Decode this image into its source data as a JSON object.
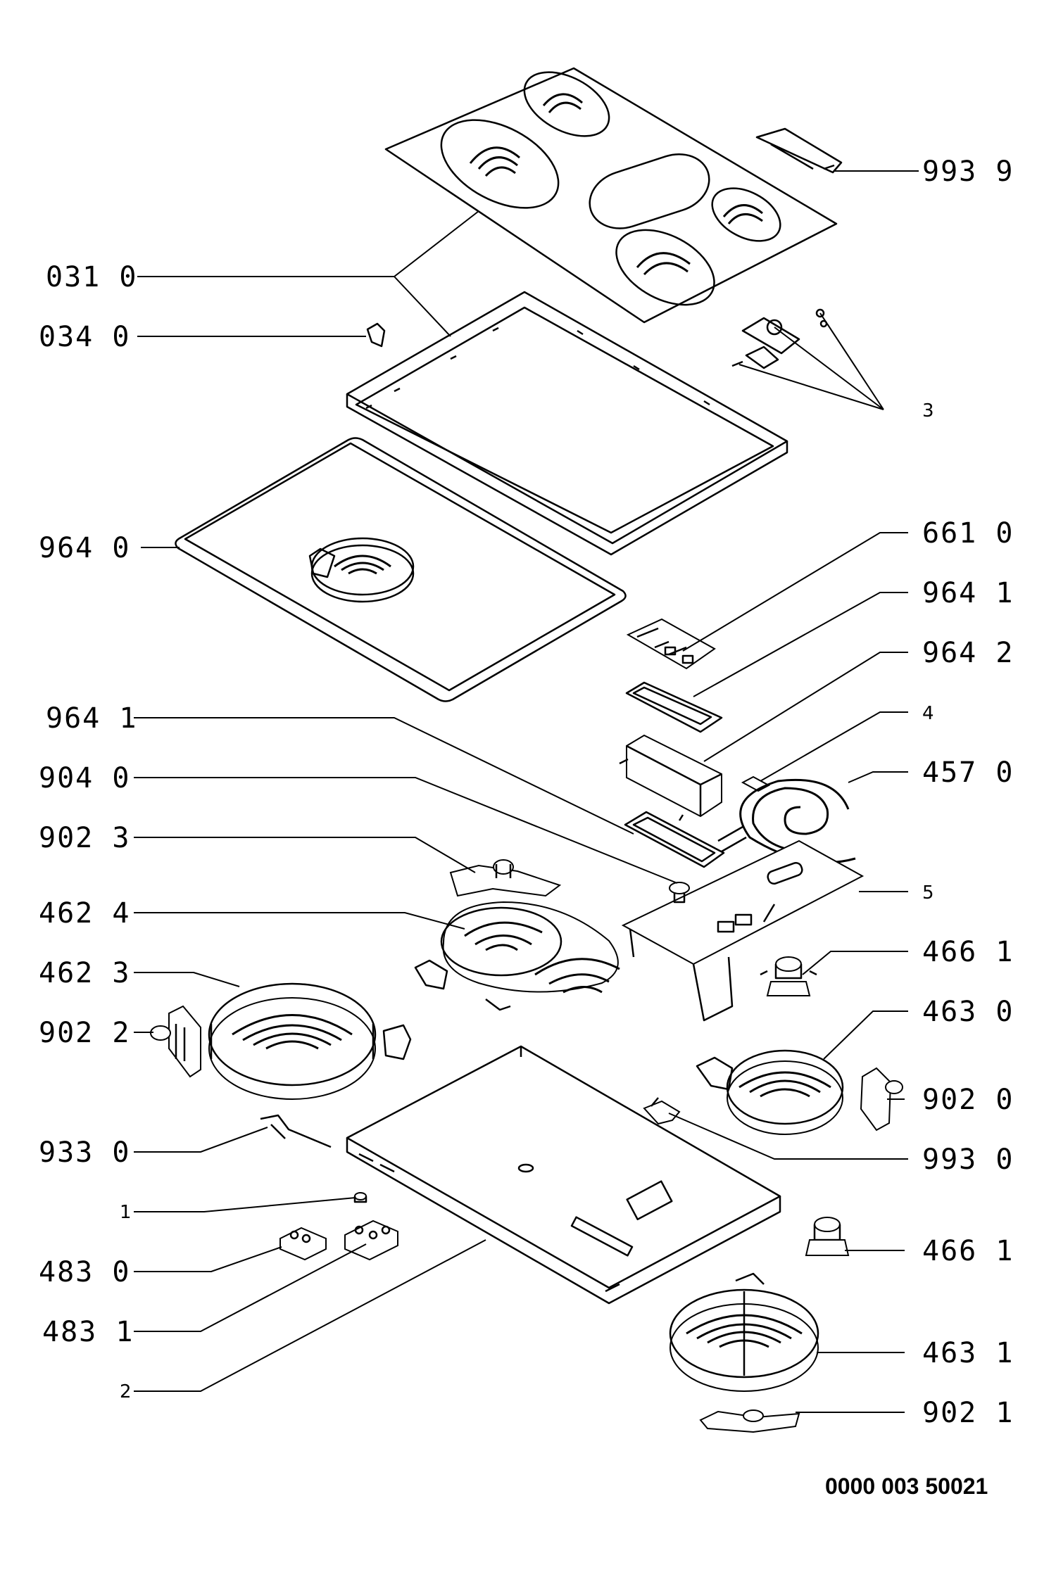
{
  "labels": {
    "l9939": "993 9",
    "l0310": "031 0",
    "l0340": "034 0",
    "l3": "3",
    "l9640": "964 0",
    "l6610": "661 0",
    "l9641a": "964 1",
    "l9642": "964 2",
    "l4": "4",
    "l9641b": "964 1",
    "l4570": "457 0",
    "l9040": "904 0",
    "l9023": "902 3",
    "l5": "5",
    "l4624": "462 4",
    "l4623": "462 3",
    "l4661a": "466 1",
    "l9022": "902 2",
    "l4630": "463 0",
    "l9020": "902 0",
    "l9330": "933 0",
    "l9930": "993 0",
    "l1": "1",
    "l4830": "483 0",
    "l4661b": "466 1",
    "l4831": "483 1",
    "l4631": "463 1",
    "l2": "2",
    "l9021": "902 1"
  },
  "reference_number": "0000 003 50021"
}
